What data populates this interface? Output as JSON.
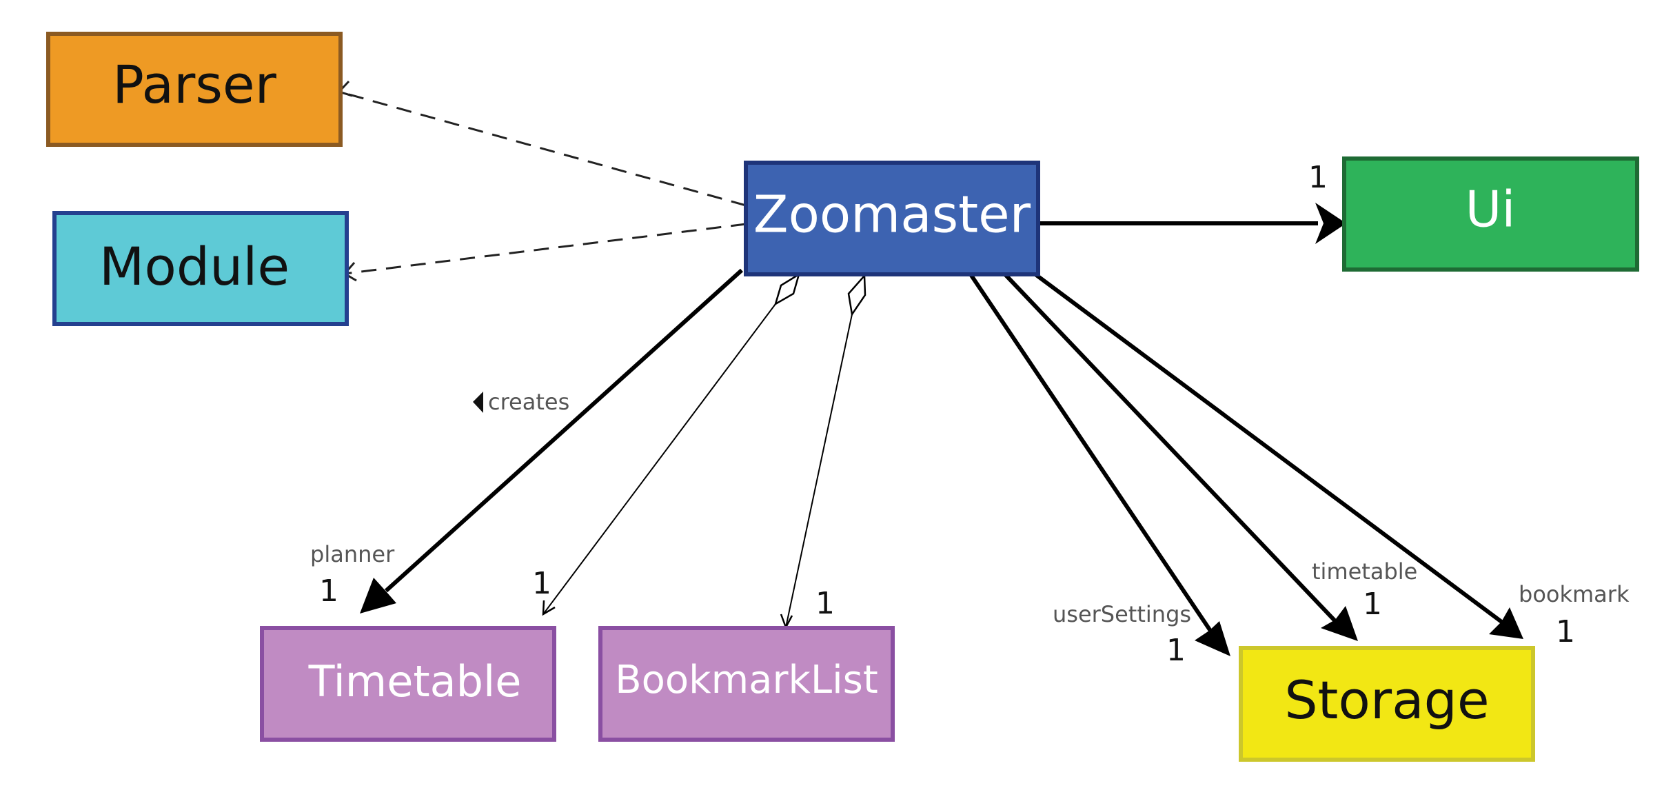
{
  "diagram": {
    "classes": {
      "parser": "Parser",
      "module": "Module",
      "zoomaster": "Zoomaster",
      "ui": "Ui",
      "timetable": "Timetable",
      "bookmarklist": "BookmarkList",
      "storage": "Storage"
    },
    "colors": {
      "parser_fill": "#EE9A24",
      "parser_border": "#8B5A22",
      "module_fill": "#5ECAD6",
      "module_border": "#24408F",
      "zoomaster_fill": "#3D63B1",
      "zoomaster_border": "#1E3479",
      "ui_fill": "#2EB35A",
      "ui_border": "#1E6B34",
      "purple_fill": "#C08BC3",
      "purple_border": "#8A4FA2",
      "storage_fill": "#F2E714",
      "storage_border": "#CCC72B"
    },
    "labels": {
      "creates": "creates",
      "planner": "planner",
      "userSettings": "userSettings",
      "timetable_role": "timetable",
      "bookmark_role": "bookmark"
    },
    "multiplicities": {
      "ui": "1",
      "planner": "1",
      "timetable_agg": "1",
      "bookmarklist_agg": "1",
      "usersettings": "1",
      "timetable_storage": "1",
      "bookmark_storage": "1"
    }
  }
}
